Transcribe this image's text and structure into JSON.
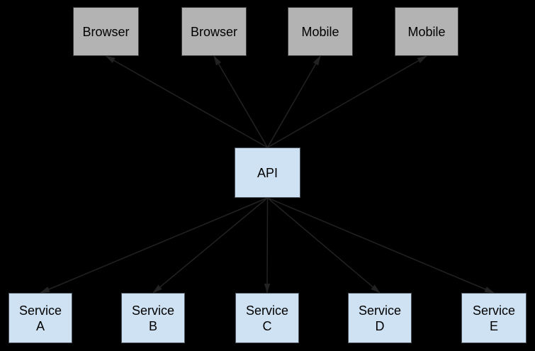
{
  "diagram": {
    "kind": "api-architecture-diagram",
    "nodes": [
      {
        "id": "browser-1",
        "label": "Browser",
        "type": "client",
        "lines": [
          "Browser"
        ]
      },
      {
        "id": "browser-2",
        "label": "Browser",
        "type": "client",
        "lines": [
          "Browser"
        ]
      },
      {
        "id": "mobile-1",
        "label": "Mobile",
        "type": "client",
        "lines": [
          "Mobile"
        ]
      },
      {
        "id": "mobile-2",
        "label": "Mobile",
        "type": "client",
        "lines": [
          "Mobile"
        ]
      },
      {
        "id": "api",
        "label": "API",
        "type": "api",
        "lines": [
          "API"
        ]
      },
      {
        "id": "service-a",
        "label": "Service A",
        "type": "service",
        "lines": [
          "Service",
          "A"
        ]
      },
      {
        "id": "service-b",
        "label": "Service B",
        "type": "service",
        "lines": [
          "Service",
          "B"
        ]
      },
      {
        "id": "service-c",
        "label": "Service C",
        "type": "service",
        "lines": [
          "Service",
          "C"
        ]
      },
      {
        "id": "service-d",
        "label": "Service D",
        "type": "service",
        "lines": [
          "Service",
          "D"
        ]
      },
      {
        "id": "service-e",
        "label": "Service E",
        "type": "service",
        "lines": [
          "Service",
          "E"
        ]
      }
    ],
    "edges": [
      {
        "from": "api",
        "to": "browser-1"
      },
      {
        "from": "api",
        "to": "browser-2"
      },
      {
        "from": "api",
        "to": "mobile-1"
      },
      {
        "from": "api",
        "to": "mobile-2"
      },
      {
        "from": "api",
        "to": "service-a"
      },
      {
        "from": "api",
        "to": "service-b"
      },
      {
        "from": "api",
        "to": "service-c"
      },
      {
        "from": "api",
        "to": "service-d"
      },
      {
        "from": "api",
        "to": "service-e"
      }
    ],
    "colors": {
      "background": "#000000",
      "client_fill": "#b3b3b3",
      "client_border": "#3f3f3f",
      "api_fill": "#cfe2f3",
      "api_border": "#4e555e",
      "service_fill": "#cfe2f3",
      "service_border": "#4e555e",
      "edge": "#222222",
      "text": "#000000"
    }
  }
}
